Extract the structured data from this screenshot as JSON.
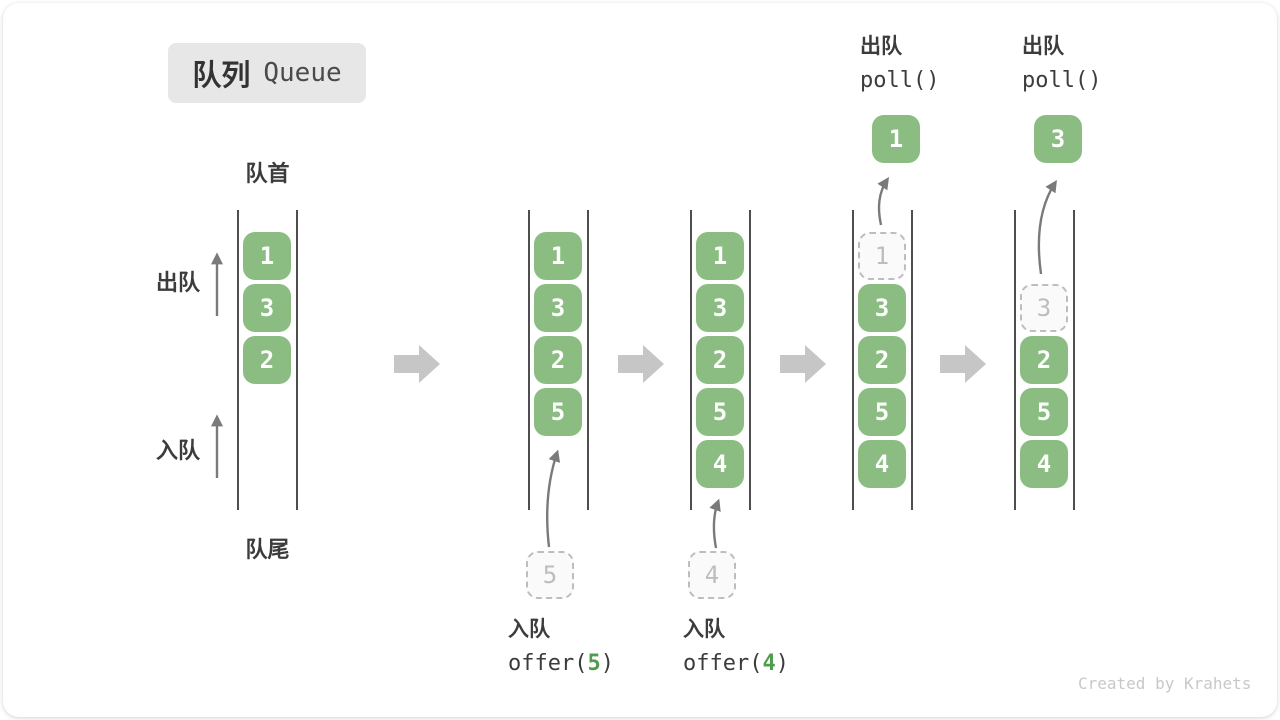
{
  "title": {
    "zh": "队列",
    "en": "Queue"
  },
  "labels": {
    "front": "队首",
    "rear": "队尾",
    "dequeue_side": "出队",
    "enqueue_side": "入队"
  },
  "colors": {
    "box_green": "#8BBD82",
    "code_green": "#4F9D4F",
    "dashed_gray": "#BDBDBD",
    "column_line": "#4E4E4E",
    "text_dark": "#3C3C3C",
    "thin_arrow": "#7A7A7A",
    "block_arrow": "#C6C6C6",
    "title_bg": "#E7E7E7",
    "watermark_gray": "#C8C8C8"
  },
  "queue_states": [
    {
      "slots": [
        {
          "row": 0,
          "value": "1",
          "style": "solid"
        },
        {
          "row": 1,
          "value": "3",
          "style": "solid"
        },
        {
          "row": 2,
          "value": "2",
          "style": "solid"
        }
      ]
    },
    {
      "slots": [
        {
          "row": 0,
          "value": "1",
          "style": "solid"
        },
        {
          "row": 1,
          "value": "3",
          "style": "solid"
        },
        {
          "row": 2,
          "value": "2",
          "style": "solid"
        },
        {
          "row": 3,
          "value": "5",
          "style": "solid"
        }
      ],
      "operation": {
        "type": "enqueue",
        "label": "入队",
        "code_pre": "offer(",
        "code_value": "5",
        "code_post": ")",
        "staged_value": "5"
      }
    },
    {
      "slots": [
        {
          "row": 0,
          "value": "1",
          "style": "solid"
        },
        {
          "row": 1,
          "value": "3",
          "style": "solid"
        },
        {
          "row": 2,
          "value": "2",
          "style": "solid"
        },
        {
          "row": 3,
          "value": "5",
          "style": "solid"
        },
        {
          "row": 4,
          "value": "4",
          "style": "solid"
        }
      ],
      "operation": {
        "type": "enqueue",
        "label": "入队",
        "code_pre": "offer(",
        "code_value": "4",
        "code_post": ")",
        "staged_value": "4"
      }
    },
    {
      "slots": [
        {
          "row": 0,
          "value": "1",
          "style": "dashed"
        },
        {
          "row": 1,
          "value": "3",
          "style": "solid"
        },
        {
          "row": 2,
          "value": "2",
          "style": "solid"
        },
        {
          "row": 3,
          "value": "5",
          "style": "solid"
        },
        {
          "row": 4,
          "value": "4",
          "style": "solid"
        }
      ],
      "operation": {
        "type": "dequeue",
        "label": "出队",
        "code": "poll()",
        "popped_value": "1"
      }
    },
    {
      "slots": [
        {
          "row": 1,
          "value": "3",
          "style": "dashed"
        },
        {
          "row": 2,
          "value": "2",
          "style": "solid"
        },
        {
          "row": 3,
          "value": "5",
          "style": "solid"
        },
        {
          "row": 4,
          "value": "4",
          "style": "solid"
        }
      ],
      "operation": {
        "type": "dequeue",
        "label": "出队",
        "code": "poll()",
        "popped_value": "3"
      }
    }
  ],
  "watermark": "Created by Krahets"
}
